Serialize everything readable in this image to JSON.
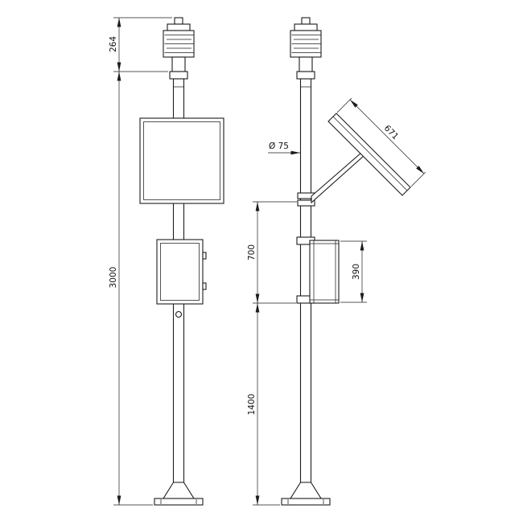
{
  "drawing": {
    "background": "#ffffff",
    "line_color": "#1c1c1c",
    "views": {
      "front": {
        "dims": {
          "sensor_height": "264",
          "total_height": "3000"
        }
      },
      "side": {
        "dims": {
          "pole_diameter": "Ø 75",
          "panel_length": "671",
          "bracket_to_box": "700",
          "box_height": "390",
          "box_to_base": "1400"
        }
      }
    }
  }
}
